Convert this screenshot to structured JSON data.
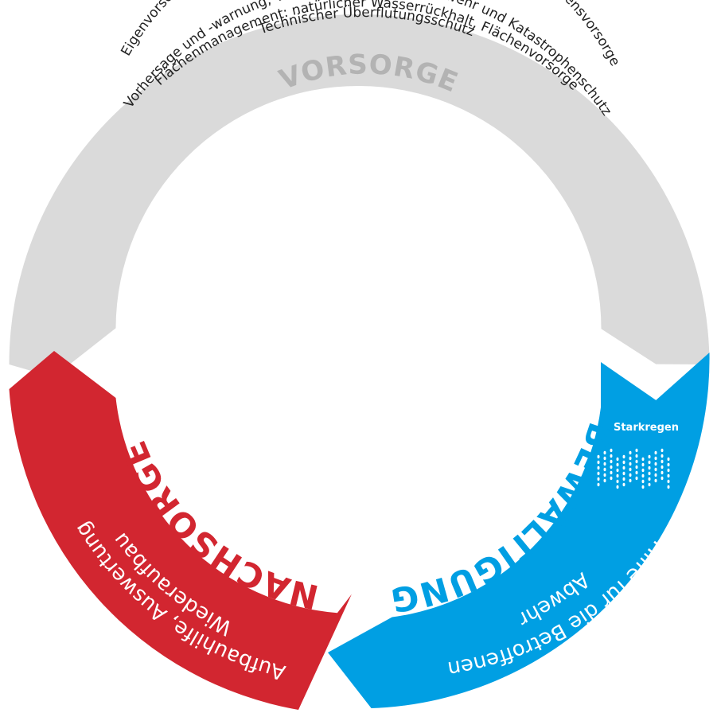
{
  "colors": {
    "vorsorge": "#dadada",
    "nachsorge": "#d22630",
    "bewaeltigung": "#009fe3",
    "vorsorge_heading": "#b3b3b3",
    "vorsorge_text": "#222222",
    "white": "#ffffff"
  },
  "vorsorge": {
    "heading": "VORSORGE",
    "lines": [
      "Technischer Überflutungsschutz",
      "Flächenmanagement: natürlicher Wasserrückhalt, Flächenvorsorge",
      "Vorhersage und -warnung, Vorbereitung Gefahrenabwehr und Katastrophenschutz",
      "Eigenvorsorge: Bauvorsorge, Risikovorsorge, Informationsvorsorge, Verhaltensvorsorge"
    ]
  },
  "nachsorge": {
    "heading": "NACHSORGE",
    "lines": [
      "Wiederaufbau",
      "Aufbauhilfe, Auswertung"
    ]
  },
  "bewaeltigung": {
    "heading": "BEWÄLTIGUNG",
    "lines": [
      "Abwehr",
      "Hilfe für die Betroffenen"
    ]
  },
  "starkregen": {
    "label": "Starkregen",
    "icon": "rain-drops-icon"
  }
}
